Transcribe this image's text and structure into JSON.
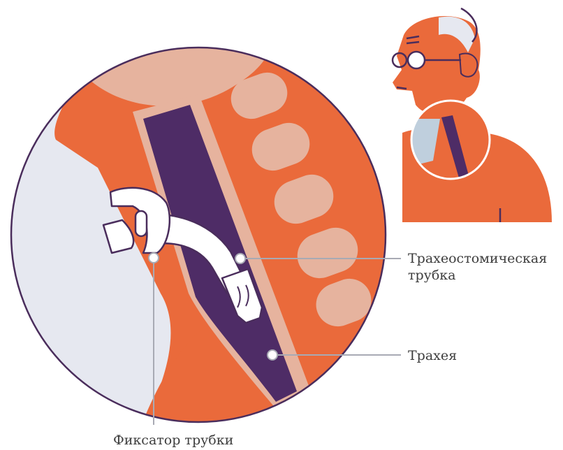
{
  "labels": {
    "tracheostomy_tube_line1": "Трахеостомическая",
    "tracheostomy_tube_line2": "трубка",
    "trachea": "Трахея",
    "tube_fixator": "Фиксатор трубки"
  },
  "colors": {
    "skin_orange": "#EA6A3B",
    "light_peach": "#E6B39E",
    "trachea_purple": "#4E2C66",
    "background_grey": "#E6E8F0",
    "neck_light_blue": "#BFCFDD",
    "outline_purple": "#4A2D5C",
    "tube_white": "#FFFFFF",
    "leader_line_grey": "#A8AAB4"
  }
}
